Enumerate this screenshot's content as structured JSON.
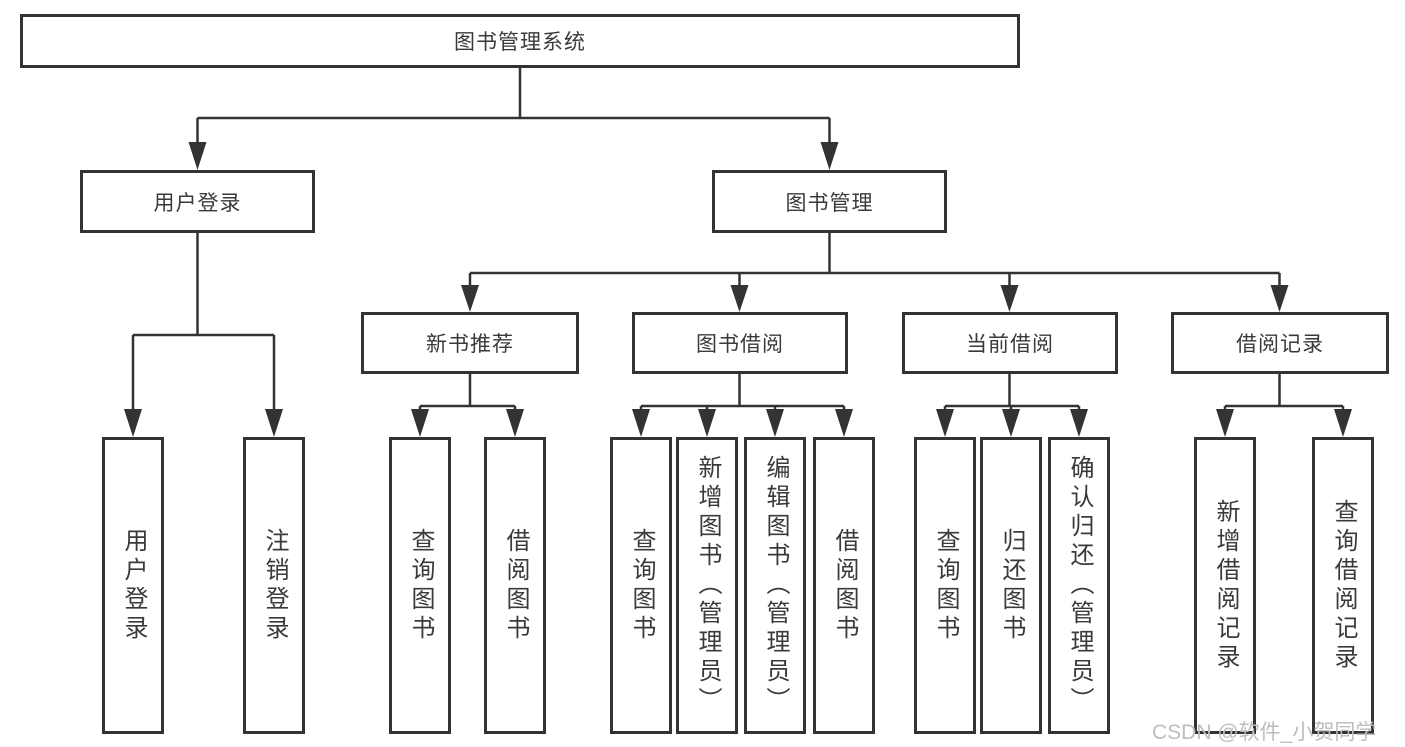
{
  "tree": {
    "root": {
      "label": "图书管理系统"
    },
    "level2": [
      {
        "label": "用户登录"
      },
      {
        "label": "图书管理"
      }
    ],
    "level3": [
      {
        "label": "新书推荐"
      },
      {
        "label": "图书借阅"
      },
      {
        "label": "当前借阅"
      },
      {
        "label": "借阅记录"
      }
    ],
    "leaves": [
      {
        "label": "用户登录"
      },
      {
        "label": "注销登录"
      },
      {
        "label": "查询图书"
      },
      {
        "label": "借阅图书"
      },
      {
        "label": "查询图书"
      },
      {
        "label": "新增图书（管理员）"
      },
      {
        "label": "编辑图书（管理员）"
      },
      {
        "label": "借阅图书"
      },
      {
        "label": "查询图书"
      },
      {
        "label": "归还图书"
      },
      {
        "label": "确认归还（管理员）"
      },
      {
        "label": "新增借阅记录"
      },
      {
        "label": "查询借阅记录"
      }
    ]
  },
  "colors": {
    "line": "#333333",
    "box_border": "#333333",
    "text": "#3a3a3a",
    "watermark": "#bdbdbd",
    "background": "#ffffff"
  },
  "watermark": {
    "text": "CSDN @软件_小贺同学"
  }
}
